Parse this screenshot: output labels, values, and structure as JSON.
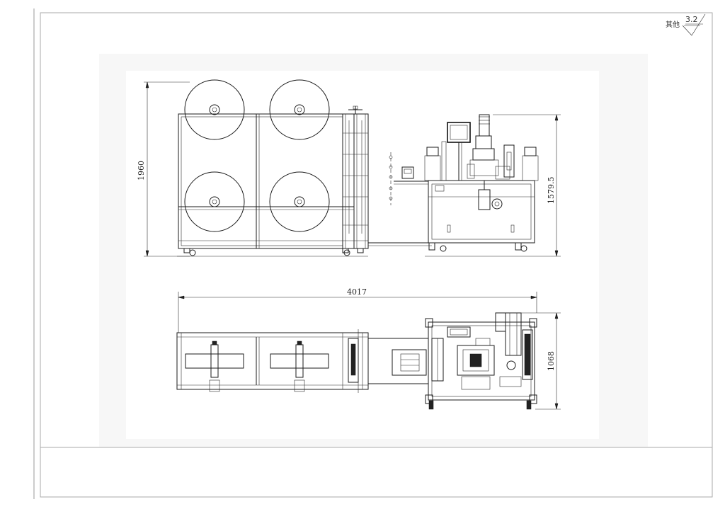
{
  "drawing": {
    "corner_note": {
      "text": "其他",
      "roughness": "3.2"
    },
    "dimensions": {
      "front_height": "1960",
      "front_machine_height": "1579.5",
      "top_overall_length": "4017",
      "top_width": "1068"
    },
    "colors": {
      "line": "#1b1b1b",
      "background": "#ffffff",
      "view_area": "#f7f7f7"
    }
  }
}
